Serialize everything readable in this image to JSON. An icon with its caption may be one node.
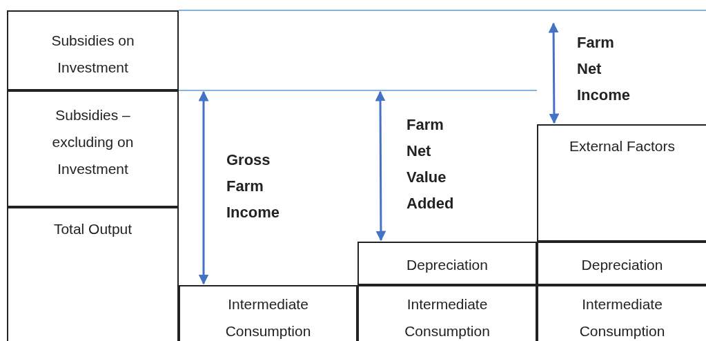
{
  "diagram": {
    "nodes": [
      {
        "text": [
          "Subsidies on Investment"
        ]
      },
      {
        "text": [
          "Subsidies – excluding on Investment"
        ]
      },
      {
        "text": [
          "Total Output"
        ]
      },
      {
        "text": [
          "External Factors"
        ]
      },
      {
        "text": [
          "Depreciation"
        ]
      },
      {
        "text": [
          "Depreciation"
        ]
      },
      {
        "text": [
          "Intermediate Consumption"
        ]
      },
      {
        "text": [
          "Intermediate Consumption"
        ]
      },
      {
        "text": [
          "Intermediate Consumption"
        ]
      }
    ],
    "labels": [
      "Gross Farm Income",
      "Farm Net Value Added",
      "Farm Net Income"
    ]
  }
}
